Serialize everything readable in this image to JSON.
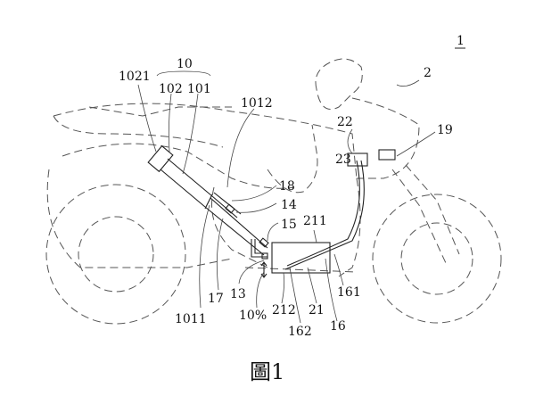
{
  "figure": {
    "caption": "圖1",
    "labels": {
      "l1": "1",
      "l2": "2",
      "l10": "10",
      "l102": "102",
      "l101": "101",
      "l1021": "1021",
      "l1012": "1012",
      "l18": "18",
      "l14": "14",
      "l15": "15",
      "l211": "211",
      "l22": "22",
      "l23": "23",
      "l19": "19",
      "l17": "17",
      "l13": "13",
      "l1011": "1011",
      "l10pct": "10%",
      "l212": "212",
      "l21": "21",
      "l162": "162",
      "l16": "16",
      "l161": "161"
    }
  }
}
